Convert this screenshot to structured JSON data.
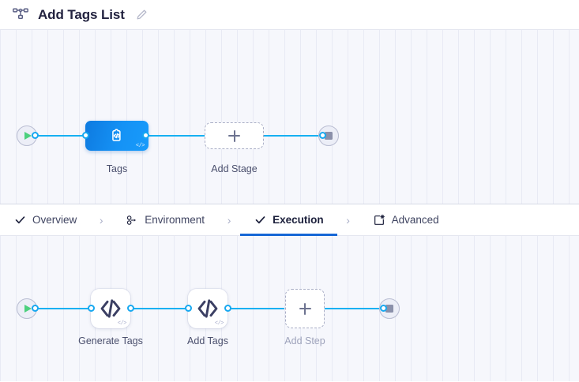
{
  "header": {
    "icon": "pipeline-icon",
    "title": "Add Tags List",
    "edit_icon": "pencil-icon"
  },
  "stage_canvas": {
    "name": "stage-canvas",
    "start_node": {
      "icon": "play-icon",
      "label": ""
    },
    "end_node": {
      "icon": "stop-icon",
      "label": ""
    },
    "nodes": [
      {
        "label": "Tags",
        "icon": "custom-stage-icon",
        "badge": "</>",
        "selected": true
      },
      {
        "label": "Add Stage",
        "icon": "plus-icon",
        "add": true
      }
    ]
  },
  "tabs": {
    "items": [
      {
        "label": "Overview",
        "icon": "check-icon",
        "active": false
      },
      {
        "label": "Environment",
        "icon": "pipeline-icon",
        "active": false
      },
      {
        "label": "Execution",
        "icon": "check-icon",
        "active": true
      },
      {
        "label": "Advanced",
        "icon": "gear-box-icon",
        "active": false
      }
    ],
    "separator": "›",
    "accent_color": "#1667d6"
  },
  "execution_canvas": {
    "name": "execution-canvas",
    "start_node": {
      "icon": "play-icon"
    },
    "end_node": {
      "icon": "stop-icon"
    },
    "nodes": [
      {
        "label": "Generate Tags",
        "icon": "code-icon",
        "badge": "</>"
      },
      {
        "label": "Add Tags",
        "icon": "code-icon",
        "badge": "</>"
      },
      {
        "label": "Add Step",
        "icon": "plus-icon",
        "add": true
      }
    ]
  },
  "colors": {
    "wire": "#17a8f0",
    "stage_blue": "#1592f5",
    "play_green": "#4cd07d",
    "stop_grey": "#8b90aa",
    "canvas_bg": "#f6f7fc"
  }
}
